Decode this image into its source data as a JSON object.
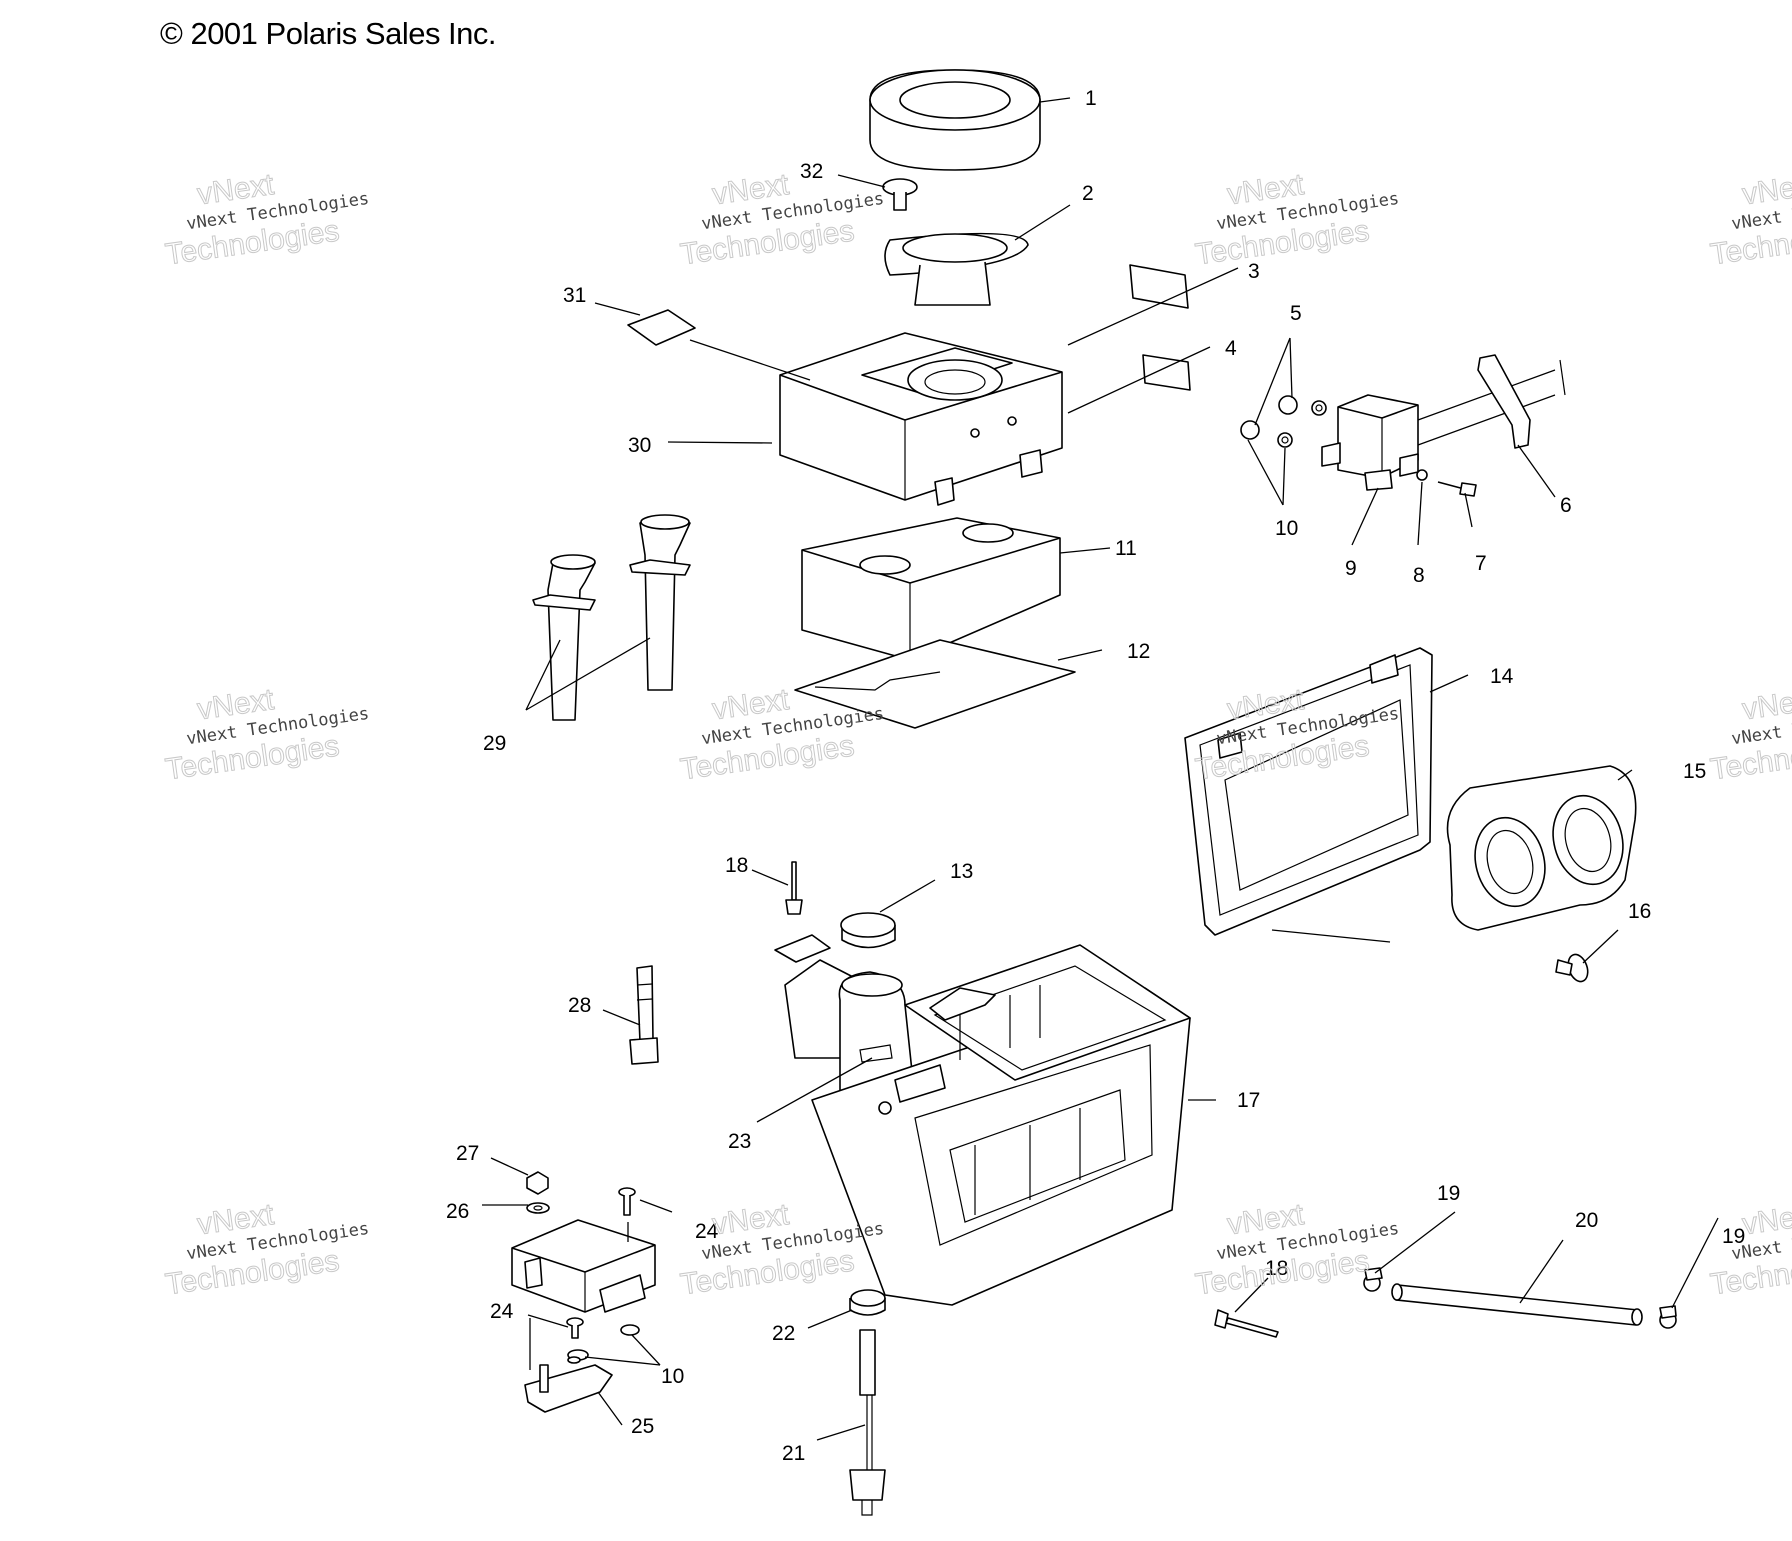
{
  "copyright": "© 2001 Polaris Sales Inc.",
  "watermark": {
    "line1": "vNext Technologies",
    "line2": "vNext",
    "line3": "Technologies"
  },
  "callouts": [
    "1",
    "2",
    "3",
    "4",
    "5",
    "6",
    "7",
    "8",
    "9",
    "10",
    "11",
    "12",
    "13",
    "14",
    "15",
    "16",
    "17",
    "18",
    "19",
    "20",
    "21",
    "22",
    "23",
    "24",
    "25",
    "26",
    "27",
    "28",
    "29",
    "30",
    "31",
    "32"
  ]
}
